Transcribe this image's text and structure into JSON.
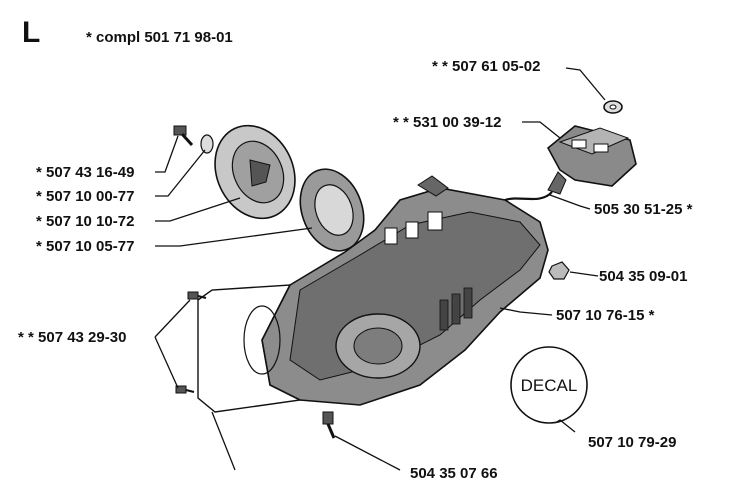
{
  "page": {
    "section_letter": "L",
    "assembly_note": "* compl 501 71 98-01"
  },
  "labels": {
    "p507_61_05_02": "* *  507 61 05-02",
    "p531_00_39_12": "* *  531 00 39-12",
    "p505_30_51_25": "505 30 51-25  *",
    "p504_35_09_01": "504 35 09-01",
    "p507_10_76_15": "507 10 76-15  *",
    "p507_10_79_29": "507 10 79-29",
    "p504_35_07_66": "504 35 07 66",
    "p507_43_16_49": "*  507 43 16-49",
    "p507_10_00_77": "*  507 10 00-77",
    "p507_10_10_72": "*  507 10 10-72",
    "p507_10_05_77": "*  507 10 05-77",
    "p507_43_29_30": "* *  507 43 29-30"
  },
  "decal": {
    "text": "DECAL"
  }
}
